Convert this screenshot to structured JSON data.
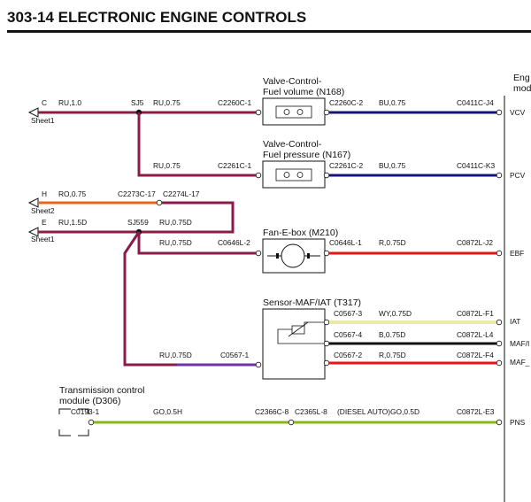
{
  "header": {
    "title": "303-14 ELECTRONIC ENGINE CONTROLS"
  },
  "module": {
    "line1": "Eng",
    "line2": "mod"
  },
  "colors": {
    "ru": "#8b1c4a",
    "bu": "#14147a",
    "ro": "#e8661a",
    "r": "#e81414",
    "wy": "#ece9a8",
    "b": "#111111",
    "go": "#8ab41c",
    "purple": "#6a33a6"
  },
  "offpage": {
    "c": {
      "letter": "C",
      "sheet": "Sheet1",
      "wire": "RU,1.0"
    },
    "h": {
      "letter": "H",
      "sheet": "Sheet2",
      "wire": "RO,0.75"
    },
    "e": {
      "letter": "E",
      "sheet": "Sheet1",
      "wire": "RU,1.5D"
    }
  },
  "splices": {
    "sj5": "SJ5",
    "sj559": "SJ559"
  },
  "vcv": {
    "name1": "Valve-Control-",
    "name2": "Fuel volume (N168)",
    "wire_in": "RU,0.75",
    "conn_in": "C2260C-1",
    "conn_out": "C2260C-2",
    "wire_out": "BU,0.75",
    "conn_ecm": "C0411C-J4",
    "pin": "VCV"
  },
  "pcv": {
    "name1": "Valve-Control-",
    "name2": "Fuel pressure (N167)",
    "wire_in": "RU,0.75",
    "conn_in": "C2261C-1",
    "conn_out": "C2261C-2",
    "wire_out": "BU,0.75",
    "conn_ecm": "C0411C-K3",
    "pin": "PCV"
  },
  "h_line": {
    "conn_a": "C2273C-17",
    "conn_b": "C2274L-17"
  },
  "e_line": {
    "wire_after": "RU,0.75D"
  },
  "fan": {
    "name": "Fan-E-box (M210)",
    "wire_in": "RU,0.75D",
    "conn_in": "C0646L-2",
    "conn_out": "C0646L-1",
    "wire_out": "R,0.75D",
    "conn_ecm": "C0872L-J2",
    "pin": "EBF"
  },
  "maf": {
    "name": "Sensor-MAF/IAT (T317)",
    "wire_in": "RU,0.75D",
    "conn_in": "C0567-1",
    "rows": [
      {
        "conn": "C0567-3",
        "wire": "WY,0.75D",
        "conn_ecm": "C0872L-F1",
        "pin": "IAT"
      },
      {
        "conn": "C0567-4",
        "wire": "B,0.75D",
        "conn_ecm": "C0872L-L4",
        "pin": "MAF/I"
      },
      {
        "conn": "C0567-2",
        "wire": "R,0.75D",
        "conn_ecm": "C0872L-F4",
        "pin": "MAF_"
      }
    ]
  },
  "tcm": {
    "name1": "Transmission control",
    "name2": "module (D306)",
    "conn": "C0193-1",
    "wire": "GO,0.5H",
    "conn_a": "C2366C-8",
    "conn_b": "C2365L-8",
    "note": "(DIESEL AUTO)GO,0.5D",
    "conn_ecm": "C0872L-E3",
    "pin": "PNS"
  }
}
